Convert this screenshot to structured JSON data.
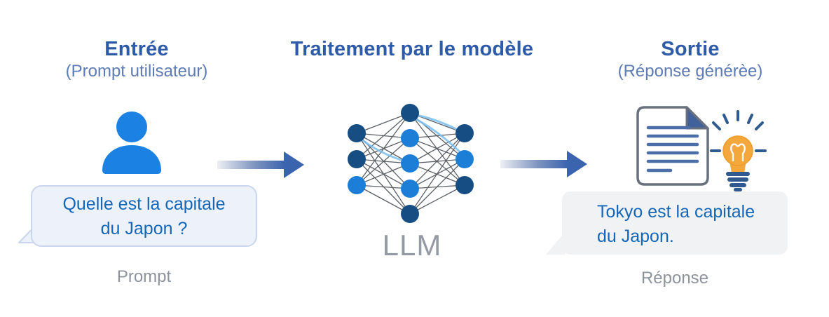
{
  "diagram": {
    "input": {
      "title": "Entrée",
      "subtitle": "(Prompt utilisateur)",
      "bubble": {
        "line1": "Quelle est la capitale",
        "line2": "du Japon ?"
      },
      "label": "Prompt"
    },
    "processing": {
      "title": "Traitement par le modèle",
      "model_label": "LLM"
    },
    "output": {
      "title": "Sortie",
      "subtitle": "(Réponse générèe)",
      "bubble": {
        "line1": "Tokyo est la capitale",
        "line2": "du Japon."
      },
      "label": "Réponse"
    },
    "colors": {
      "title_blue": "#2e5ba8",
      "subtitle_blue": "#5d7bb4",
      "bubble_text_blue": "#1366b8",
      "person_blue": "#1b82e4",
      "node_dark_blue": "#164e83",
      "node_light_blue": "#1d7ed8",
      "network_edge_gray": "#4b4f55",
      "network_accent_light_blue": "#7cc0f0",
      "arrow_blue": "#3b64af",
      "label_gray": "#8d939c",
      "llm_gray": "#949aa5",
      "bulb_orange": "#f4a73a",
      "bulb_base_blue": "#2e5a8f",
      "document_line_blue": "#4d6fa8",
      "document_border_gray": "#68707e",
      "input_bubble_fill": "#edf1f9",
      "input_bubble_border": "#c9d6ee",
      "output_bubble_fill": "#f1f2f4"
    }
  }
}
